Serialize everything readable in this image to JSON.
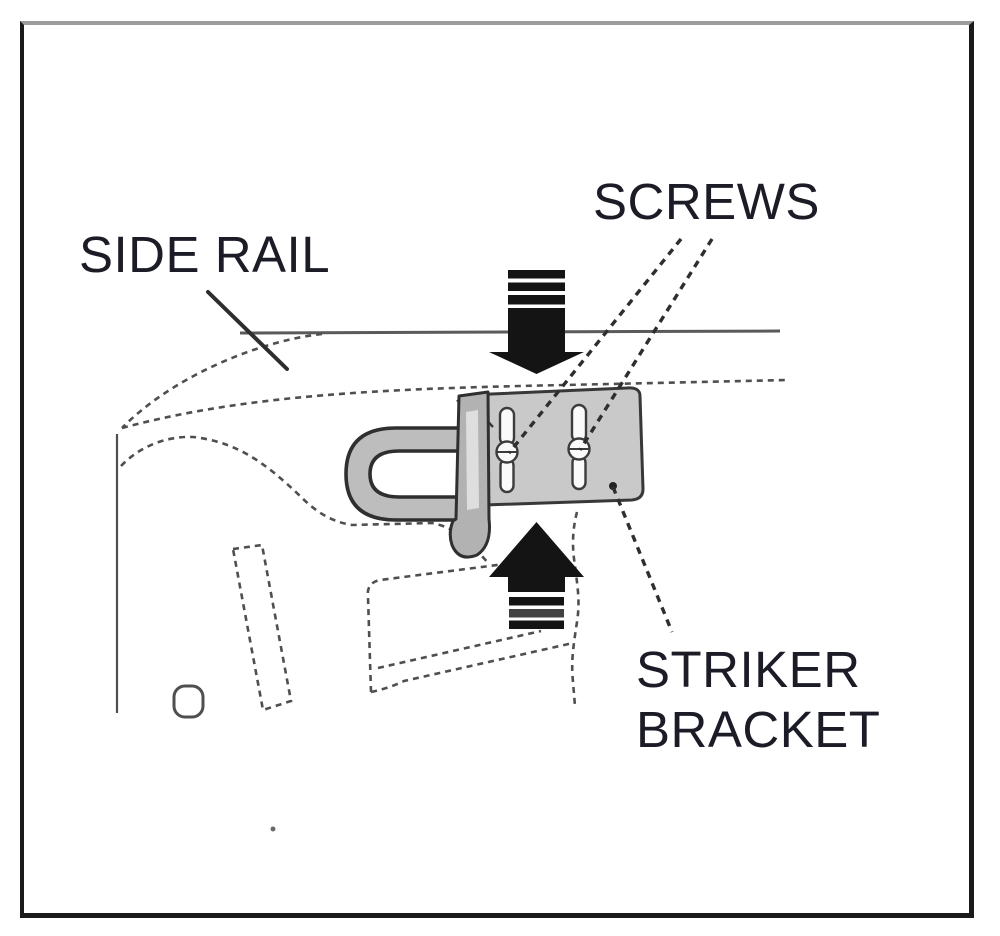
{
  "figure": {
    "labels": {
      "side_rail": "SIDE RAIL",
      "screws": "SCREWS",
      "striker_bracket_line1": "STRIKER",
      "striker_bracket_line2": "BRACKET"
    },
    "colors": {
      "background": "#ffffff",
      "frame_border": "#1a1a1a",
      "frame_border_top": "#9c9c9c",
      "label_text": "#1c1c27",
      "line_art": "#4f4f4f",
      "rail_line": "#5a5a5a",
      "leader_line": "#2e2e2e",
      "arrow_fill": "#141414",
      "arrow_bar_mid": "#424242",
      "bracket_fill": "#c9c9c9",
      "bracket_outline": "#383838",
      "striker_fill": "#bdbdbd",
      "striker_outline": "#2f2f2f",
      "flange_fill": "#b2b2b2",
      "screw_fill": "#fafafa"
    }
  }
}
